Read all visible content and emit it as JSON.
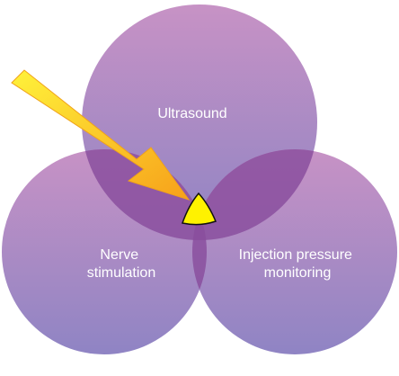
{
  "circles": {
    "top": {
      "label_lines": [
        "Ultrasound"
      ]
    },
    "left": {
      "label_lines": [
        "Nerve",
        "stimulation"
      ]
    },
    "right": {
      "label_lines": [
        "Injection pressure",
        "monitoring"
      ]
    }
  },
  "colors": {
    "circle_top": "#c792c5",
    "circle_bottom": "#8f84c4",
    "overlap": "#8a4f9d",
    "center": "#fff200",
    "arrow_start": "#fff23a",
    "arrow_end": "#f7a11a"
  },
  "icons": {
    "arrow": "arrow-right-down-icon"
  }
}
